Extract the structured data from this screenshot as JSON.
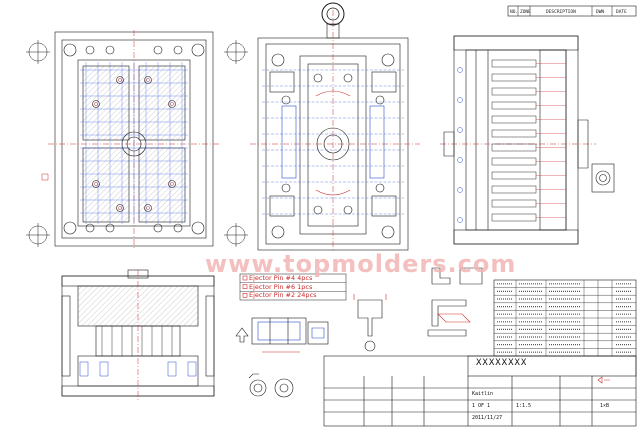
{
  "revision_block": {
    "headers": [
      "NO.",
      "ZONE",
      "DESCRIPTION",
      "DWN",
      "DATE"
    ]
  },
  "watermark": "www.topmolders.com",
  "ejector_legend": [
    "Ejector Pin #4  4pcs",
    "Ejector Pin #6  1pcs",
    "Ejector Pin #2  24pcs"
  ],
  "title_block": {
    "drawing_title": "XXXXXXXX",
    "customer": "Kaitlin",
    "date": "2011/11/27",
    "scale": "1:1.5",
    "sheet_no": "1 OF 1",
    "size": "1×B"
  },
  "colors": {
    "line": "#1a1a1a",
    "accent_red": "#cc2b2b",
    "accent_blue": "#2b4fd0",
    "grid_blue": "#3c5fe0",
    "hatch": "#555555"
  }
}
